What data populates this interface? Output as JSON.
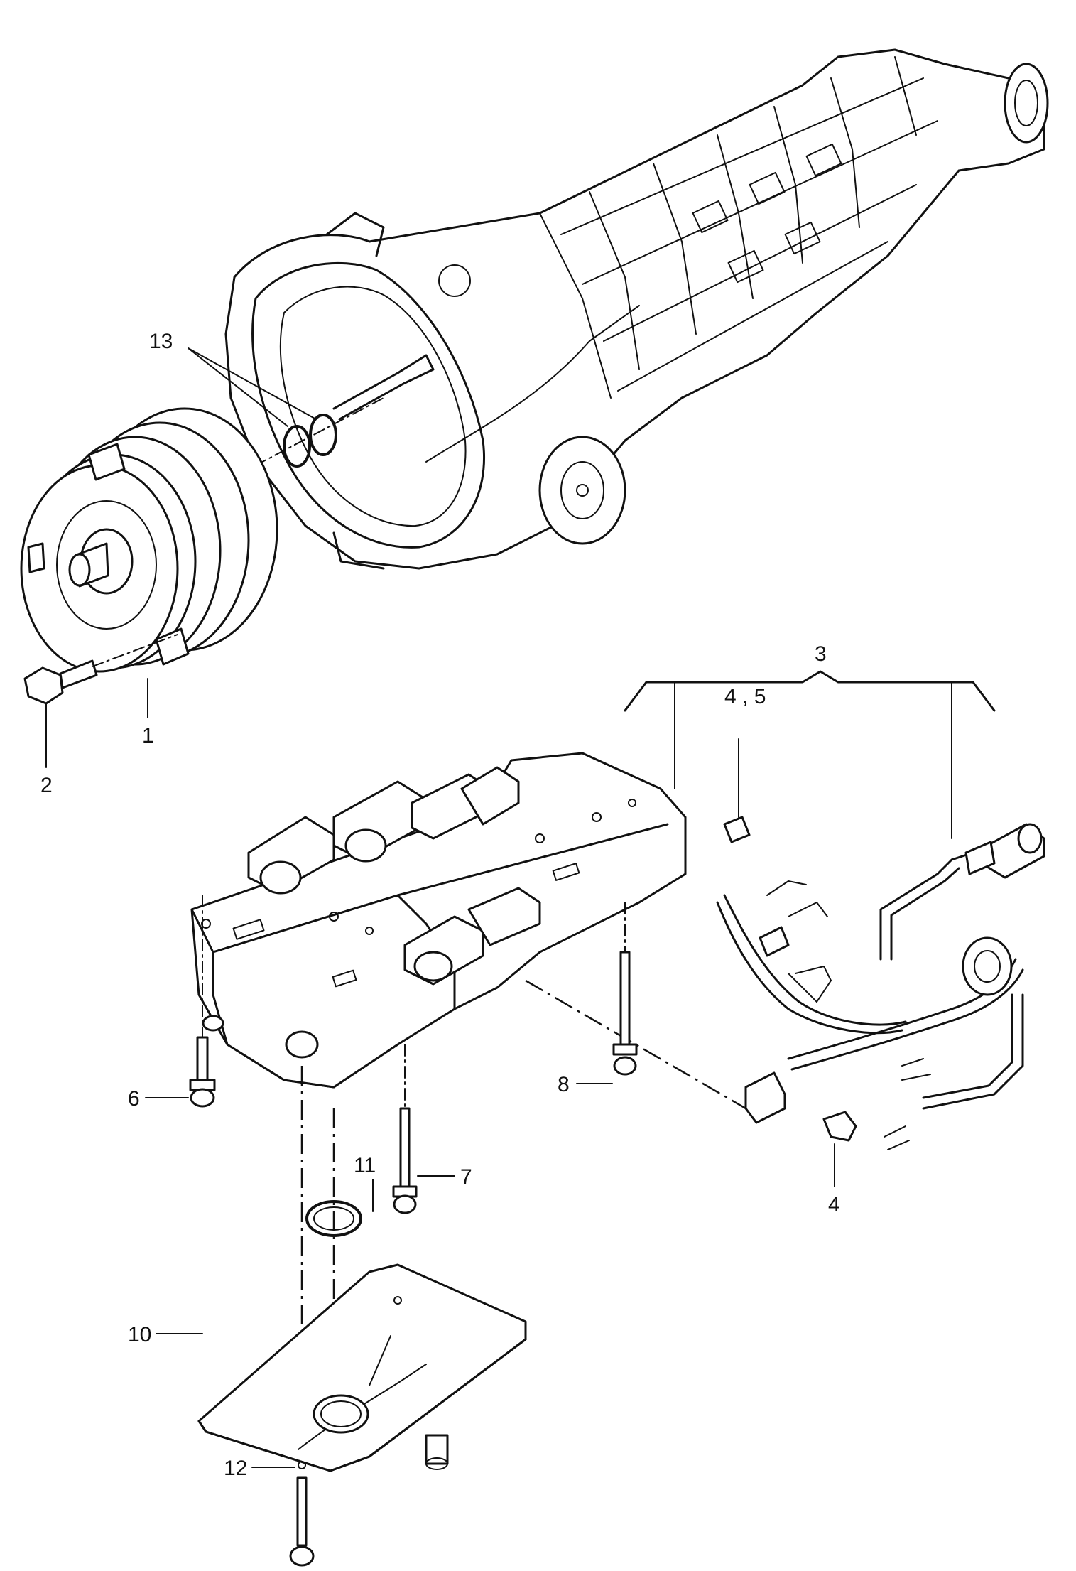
{
  "callouts": {
    "c1": "1",
    "c2": "2",
    "c3": "3",
    "c4a": "4 , 5",
    "c4b": "4",
    "c6": "6",
    "c7": "7",
    "c8": "8",
    "c10": "10",
    "c11": "11",
    "c12": "12",
    "c13": "13"
  }
}
